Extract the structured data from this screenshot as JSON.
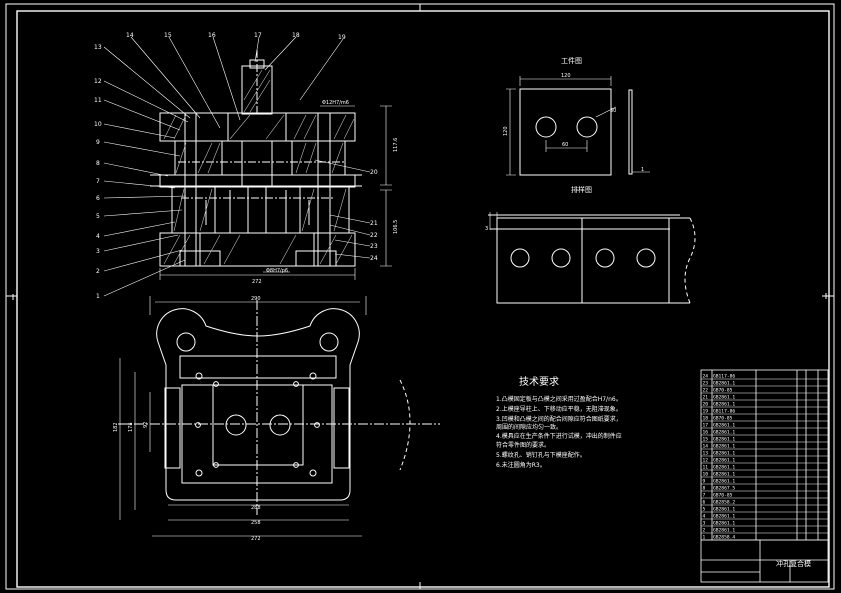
{
  "colors": {
    "background": "#000000",
    "line": "#ffffff",
    "hatch": "#bbbbbb",
    "accent": "#ffffff"
  },
  "workpiece_view": {
    "title": "工件图",
    "dim_width": "120",
    "dim_height": "120",
    "dim_pitch": "60",
    "dim_hole": "30",
    "dim_thickness": "1"
  },
  "layout_view": {
    "title": "排样图",
    "dim_left": "3"
  },
  "section_view": {
    "dim_total_height": "117.6",
    "dim_lower": "106.5",
    "dim_width": "272",
    "dim_fit_top": "Φ12H7/m6",
    "dim_fit_bottom": "Φ8H7/p6",
    "part_numbers": [
      "1",
      "2",
      "3",
      "4",
      "5",
      "6",
      "7",
      "8",
      "9",
      "10",
      "11",
      "12",
      "13",
      "14",
      "15",
      "16",
      "17",
      "18",
      "19",
      "20",
      "21",
      "22",
      "23",
      "24"
    ]
  },
  "plan_view": {
    "dim_top": "290",
    "dim_bottom_1": "288",
    "dim_bottom_2": "258",
    "dim_bottom_3": "272",
    "dim_left_1": "182",
    "dim_left_2": "178",
    "dim_left_3": "92"
  },
  "requirements": {
    "title": "技术要求",
    "lines": [
      "1.凸模固定板与凸模之间采用过盈配合H7/n6。",
      "2.上模座导柱上、下移动应平稳，无阻滞现象。",
      "3.凹模和凸模之间的配合间隙应符合图纸要求，",
      "  周围的间隙应均匀一致。",
      "4.模具应在生产条件下进行试模，冲出的制件应",
      "  符合零件图的要求。",
      "5.螺纹孔、销钉孔与下模座配作。",
      "6.未注圆角为R3。"
    ]
  },
  "parts_list": {
    "rows": [
      "GB117-86",
      "GB2861.1",
      "GB70-85",
      "GB2861.1",
      "GB2861.1",
      "GB117-86",
      "GB70-85",
      "GB2861.1",
      "GB2861.1",
      "GB2861.1",
      "GB2861.1",
      "GB2861.1",
      "GB2861.1",
      "GB2861.1",
      "GB2861.1",
      "GB2861.1",
      "GB2867.5",
      "GB70-85",
      "GB2858.2",
      "GB2861.1",
      "GB2861.1",
      "GB2861.1",
      "GB2861.1",
      "GB2858.4"
    ],
    "title_block": {
      "name": "冲孔复合模"
    }
  }
}
